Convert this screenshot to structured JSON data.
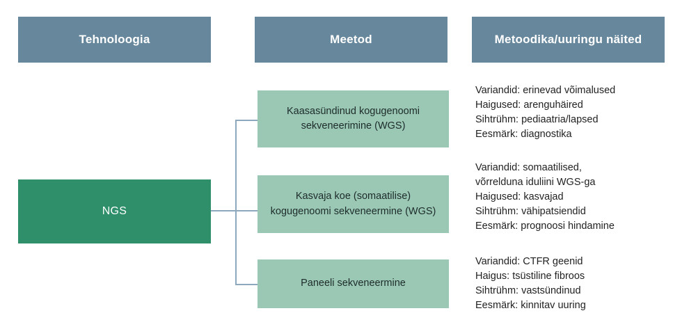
{
  "colors": {
    "header_blue": "#67879C",
    "root_green": "#2F8F6B",
    "node_green": "#9AC8B4",
    "connector": "#8EA9BD",
    "page_background": "#FFFFFF",
    "header_text": "#FFFFFF",
    "body_text": "#222222"
  },
  "headers": {
    "technology": "Tehnoloogia",
    "method": "Meetod",
    "examples": "Metoodika/uuringu näited"
  },
  "root": {
    "label": "NGS"
  },
  "rows": [
    {
      "method": "Kaasasündinud kogugenoomi sekveneerimine (WGS)",
      "examples": "Variandid: erinevad võimalused\nHaigused: arenguhäired\nSihtrühm: pediaatria/lapsed\nEesmärk: diagnostika",
      "example_lines": [
        "Variandid: erinevad võimalused",
        "Haigused: arenguhäired",
        "Sihtrühm: pediaatria/lapsed",
        "Eesmärk: diagnostika"
      ]
    },
    {
      "method": "Kasvaja koe (somaatilise) kogugenoomi sekveneermine (WGS)",
      "examples": "Variandid: somaatilised,\nvõrrelduna iduliini WGS-ga\nHaigused: kasvajad\nSihtrühm: vähipatsiendid\nEesmärk: prognoosi hindamine",
      "example_lines": [
        "Variandid: somaatilised,",
        "võrrelduna iduliini WGS-ga",
        "Haigused: kasvajad",
        "Sihtrühm: vähipatsiendid",
        "Eesmärk: prognoosi hindamine"
      ]
    },
    {
      "method": "Paneeli sekveneermine",
      "examples": "Variandid: CTFR geenid\nHaigus: tsüstiline fibroos\nSihtrühm: vastsündinud\nEesmärk: kinnitav uuring",
      "example_lines": [
        "Variandid: CTFR geenid",
        "Haigus: tsüstiline fibroos",
        "Sihtrühm: vastsündinud",
        "Eesmärk: kinnitav uuring"
      ]
    }
  ]
}
